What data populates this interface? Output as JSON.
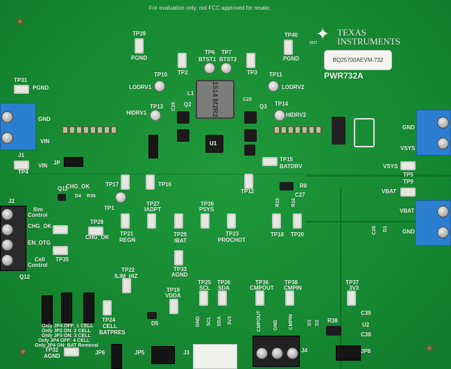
{
  "notice": "For evaluation only; not FCC approved for resale.",
  "logo": {
    "line1": "TEXAS",
    "line2": "INSTRUMENTS",
    "year": "2017"
  },
  "board_label": "BQ25700AEVM-732",
  "board_id": "PWR732A",
  "inductor_marking": "1514 M2R2",
  "labels": [
    "TP39",
    "PGND",
    "TP40",
    "PGND",
    "TP6",
    "BTST1",
    "TP7",
    "BTST2",
    "TP2",
    "TP3",
    "TP10",
    "LODRV1",
    "TP11",
    "LODRV2",
    "TP31",
    "PGND",
    "TP13",
    "HIDRV1",
    "TP14",
    "HIDRV2",
    "L1",
    "Q2",
    "Q3",
    "C19",
    "C20",
    "GND",
    "VIN",
    "J1",
    "TP4",
    "VIN",
    "JP",
    "TP15",
    "BATDRV",
    "TP17",
    "TP16",
    "CHG_OK",
    "Q11",
    "D4",
    "R36",
    "TP1",
    "TP27",
    "IADPT",
    "TP30",
    "PSYS",
    "TP12",
    "R8",
    "C27",
    "VSYS",
    "TP5",
    "TP9",
    "VBAT",
    "VBAT",
    "GND",
    "GND",
    "VSYS",
    "J2",
    "Ilim",
    "Control",
    "CHG_OK",
    "TP28",
    "CHG_OK",
    "EN_OTG",
    "Cell",
    "Control",
    "TP35",
    "TP21",
    "REGN",
    "TP29",
    "IBAT",
    "TP23",
    "PROCHOT",
    "TP18",
    "TP20",
    "TP33",
    "AGND",
    "TP22",
    "ILIM_HIZ",
    "TP25",
    "SCL",
    "TP26",
    "SDA",
    "TP36",
    "CMPOUT",
    "TP38",
    "CMPIN",
    "TP37",
    "3V3",
    "TP19",
    "VDDA",
    "TP24",
    "CELL",
    "BATPRES",
    "TP32",
    "AGND",
    "JP6",
    "JP5",
    "J3",
    "J4",
    "D5",
    "D3",
    "D2",
    "R38",
    "U2",
    "C39",
    "C38",
    "JP8",
    "U1",
    "Q12",
    "R15",
    "R16",
    "D1",
    "C26"
  ],
  "jumper_notes": [
    "Only JP4 OFF: 1 CELL",
    "Only JP2 ON: 2 CELL",
    "Only JP3 ON: 3 CELL",
    "Only JP4 OFF: 4 CELL",
    "Only JP4 ON: BAT Removal"
  ],
  "j3_pins": [
    "GND",
    "SCL",
    "SDA",
    "3V3"
  ],
  "j4_pins": [
    "CMPOUT",
    "GND",
    "CMPIN"
  ]
}
